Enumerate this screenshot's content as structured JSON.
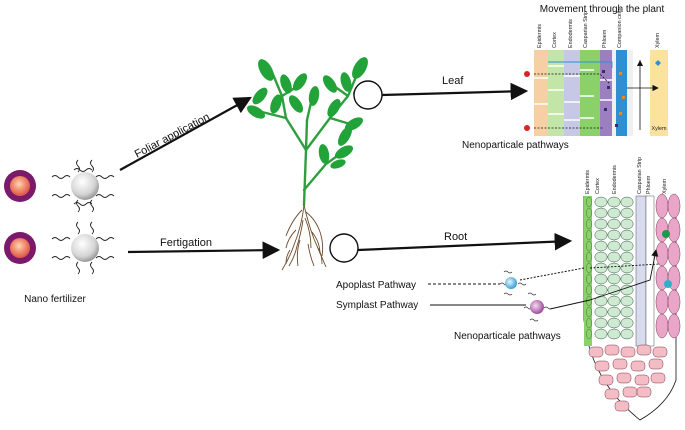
{
  "labels": {
    "nano_fertilizer": "Nano fertilizer",
    "foliar_application": "Foliar application",
    "fertigation": "Fertigation",
    "leaf": "Leaf",
    "root": "Root",
    "movement_title": "Movement through the plant",
    "pathways_top": "Nenoparticale pathways",
    "pathways_bottom": "Nenoparticale pathways",
    "apoplast": "Apoplast Pathway",
    "symplast": "Symplast Pathway"
  },
  "leaf_columns": [
    "Epidermis",
    "Cortex",
    "Endodermis",
    "Casparian Strip",
    "Phloem",
    "Companion cells",
    "Xylem"
  ],
  "leaf_xylem_label": "Xylem",
  "root_columns": [
    "Epidermis",
    "Cortex",
    "Endodermis",
    "Casparian Strip",
    "Phloem",
    "Xylem"
  ],
  "colors": {
    "epidermis": "#f6d0a4",
    "cortex": "#c3e6a8",
    "endodermis": "#c6c8e6",
    "casparian": "#8bd16a",
    "phloem": "#9b7fc1",
    "companion": "#2f8fd0",
    "xylem": "#fbe39d",
    "leaf_green": "#22a33a",
    "root_cell_green": "#cfe9d2",
    "root_xylem_pink": "#eaa6c8",
    "root_cap_pink": "#f4bcc4",
    "particle_ring": "#8a1a6e"
  }
}
